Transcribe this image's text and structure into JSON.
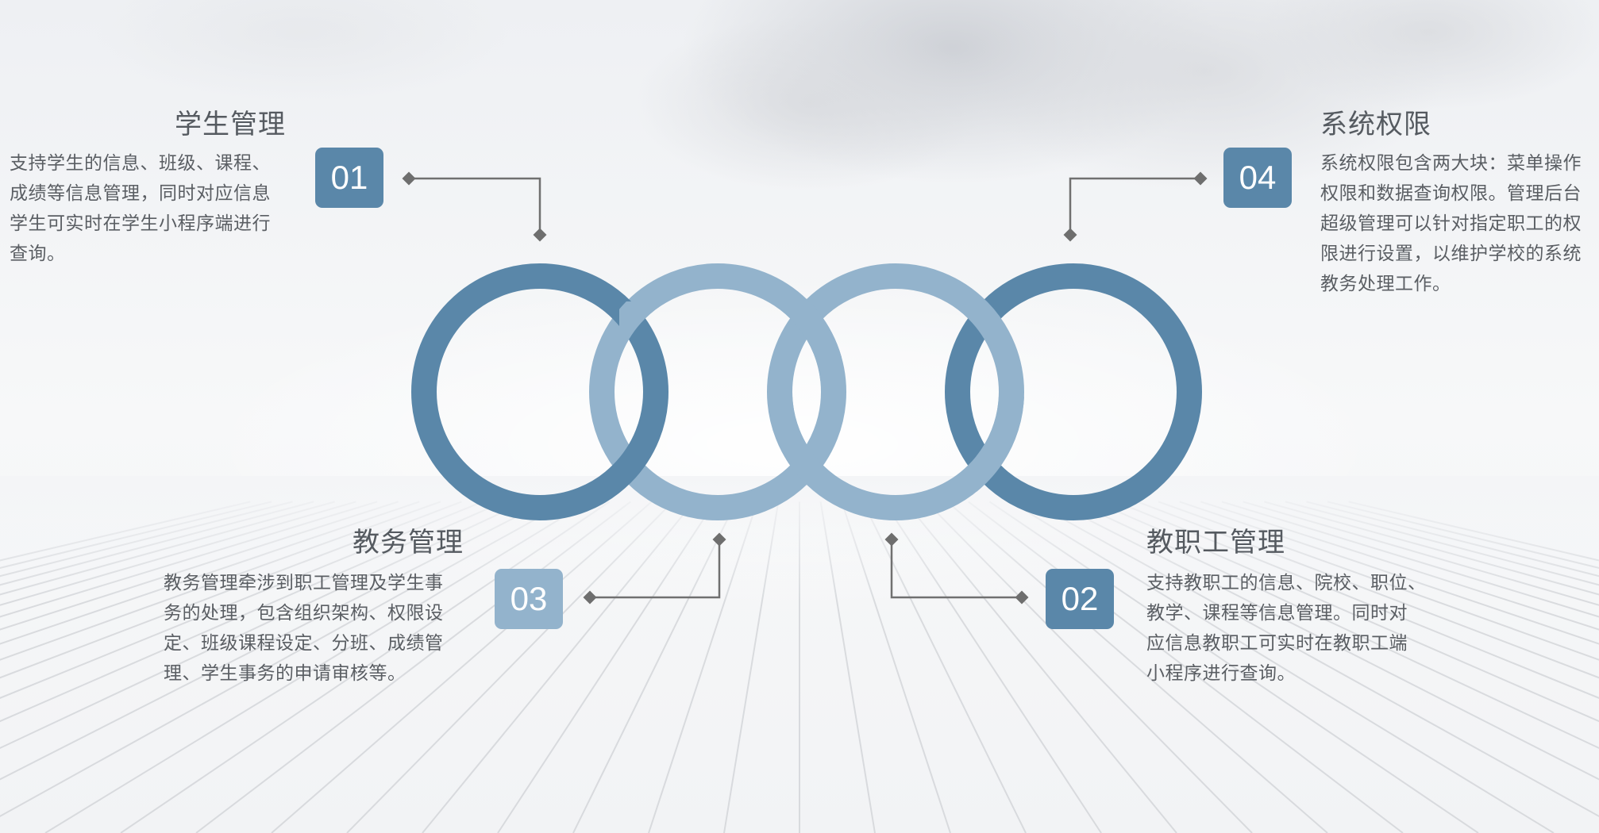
{
  "colors": {
    "ring_dark": "#5a87a9",
    "ring_light": "#93b3cc",
    "connector": "#6e6e6e",
    "text": "#5a5e63"
  },
  "items": [
    {
      "number": "01",
      "title": "学生管理",
      "lines": [
        "支持学生的信息、班级、课程、",
        "成绩等信息管理，同时对应信息",
        "学生可实时在学生小程序端进行",
        "查询。"
      ]
    },
    {
      "number": "02",
      "title": "教职工管理",
      "lines": [
        "支持教职工的信息、院校、职位、",
        "教学、课程等信息管理。同时对",
        "应信息教职工可实时在教职工端",
        "小程序进行查询。"
      ]
    },
    {
      "number": "03",
      "title": "教务管理",
      "lines": [
        "教务管理牵涉到职工管理及学生事",
        "务的处理，包含组织架构、权限设",
        "定、班级课程设定、分班、成绩管",
        "理、学生事务的申请审核等。"
      ]
    },
    {
      "number": "04",
      "title": "系统权限",
      "lines": [
        "系统权限包含两大块：菜单操作",
        "权限和数据查询权限。管理后台",
        "超级管理可以针对指定职工的权",
        "限进行设置，以维护学校的系统",
        "教务处理工作。"
      ]
    }
  ]
}
